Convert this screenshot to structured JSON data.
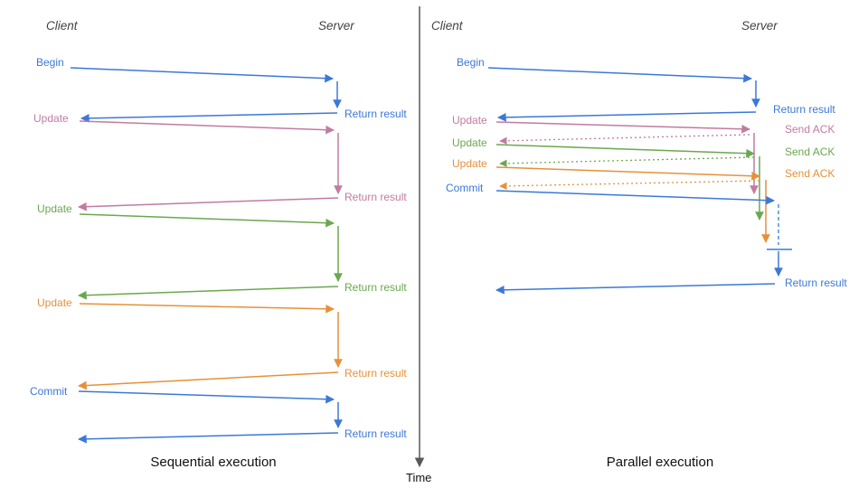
{
  "diagram": {
    "time_axis_label": "Time",
    "colors": {
      "blue": "#3c78d8",
      "pink": "#c27ba0",
      "green": "#6aa84f",
      "orange": "#e69138",
      "axis_gray": "#595959",
      "header_gray": "#434343"
    },
    "panels": {
      "sequential": {
        "caption": "Sequential execution",
        "client_header": "Client",
        "server_header": "Server",
        "steps": [
          {
            "command": "Begin",
            "response": "Return result",
            "color": "#3c78d8"
          },
          {
            "command": "Update",
            "response": "Return result",
            "color": "#c27ba0"
          },
          {
            "command": "Update",
            "response": "Return result",
            "color": "#6aa84f"
          },
          {
            "command": "Update",
            "response": "Return result",
            "color": "#e69138"
          },
          {
            "command": "Commit",
            "response": "Return result",
            "color": "#3c78d8"
          }
        ]
      },
      "parallel": {
        "caption": "Parallel execution",
        "client_header": "Client",
        "server_header": "Server",
        "steps": [
          {
            "command": "Begin",
            "response": "Return result",
            "color": "#3c78d8"
          },
          {
            "command": "Update",
            "response": "Send ACK",
            "color": "#c27ba0"
          },
          {
            "command": "Update",
            "response": "Send ACK",
            "color": "#6aa84f"
          },
          {
            "command": "Update",
            "response": "Send ACK",
            "color": "#e69138"
          },
          {
            "command": "Commit",
            "response": "Return result",
            "color": "#3c78d8"
          }
        ]
      }
    }
  }
}
